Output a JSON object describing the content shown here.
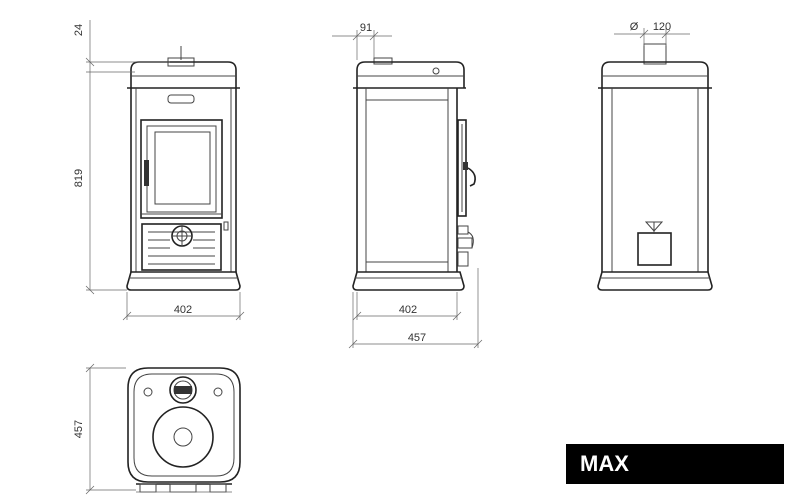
{
  "front_view": {
    "height_total": "819",
    "top_offset": "24",
    "width": "402"
  },
  "side_view": {
    "flue_offset": "91",
    "width": "402",
    "depth": "457"
  },
  "back_view": {
    "flue_symbol": "Ø",
    "flue_diameter": "120"
  },
  "top_view": {
    "depth": "457"
  },
  "model_label": "MAX"
}
